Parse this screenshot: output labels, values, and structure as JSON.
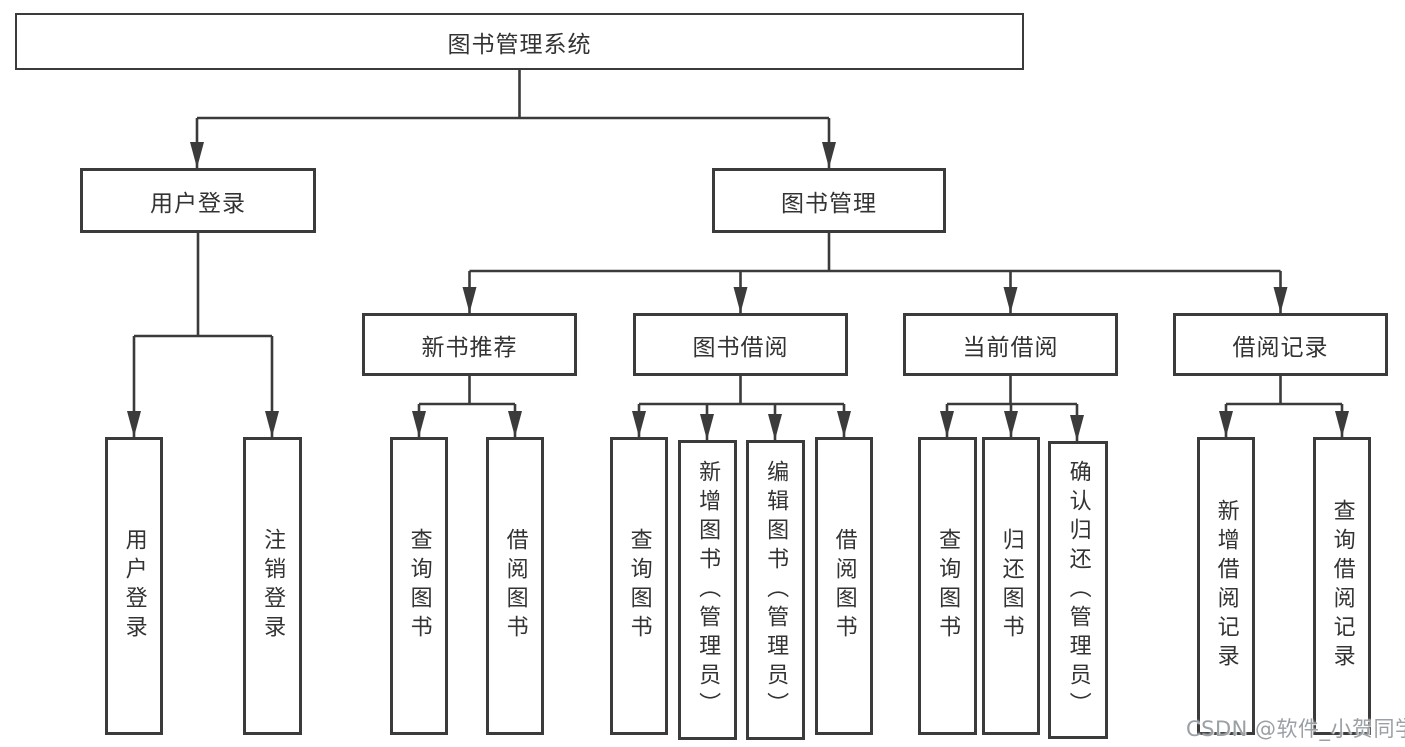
{
  "diagram": {
    "root": {
      "label": "图书管理系统"
    },
    "branches": [
      {
        "label": "用户登录",
        "children": [
          {
            "label": "用户登录"
          },
          {
            "label": "注销登录"
          }
        ]
      },
      {
        "label": "图书管理",
        "children": [
          {
            "label": "新书推荐",
            "children": [
              {
                "label": "查询图书"
              },
              {
                "label": "借阅图书"
              }
            ]
          },
          {
            "label": "图书借阅",
            "children": [
              {
                "label": "查询图书"
              },
              {
                "label": "新增图书（管理员）"
              },
              {
                "label": "编辑图书（管理员）"
              },
              {
                "label": "借阅图书"
              }
            ]
          },
          {
            "label": "当前借阅",
            "children": [
              {
                "label": "查询图书"
              },
              {
                "label": "归还图书"
              },
              {
                "label": "确认归还（管理员）"
              }
            ]
          },
          {
            "label": "借阅记录",
            "children": [
              {
                "label": "新增借阅记录"
              },
              {
                "label": "查询借阅记录"
              }
            ]
          }
        ]
      }
    ],
    "watermark": "CSDN @软件_小贺同学",
    "colors": {
      "line": "#3b3b3b",
      "text": "#333333",
      "background": "#ffffff",
      "watermark": "#9aa0a5"
    }
  }
}
